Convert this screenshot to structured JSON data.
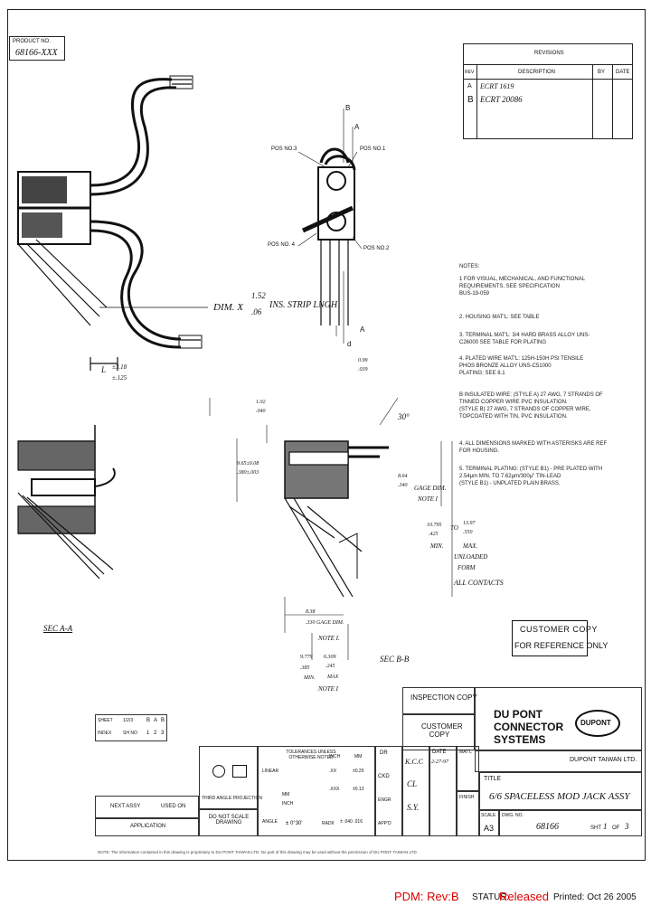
{
  "product_box": {
    "label": "PRODUCT NO.",
    "value": "68166-XXX"
  },
  "revisions": {
    "title": "REVISIONS",
    "headers": {
      "rev": "REV",
      "desc": "DESCRIPTION",
      "by": "BY",
      "date": "DATE"
    },
    "rows": [
      {
        "rev": "A",
        "desc": "ECRT 1619"
      },
      {
        "rev": "B",
        "desc": "ECRT 20086"
      }
    ]
  },
  "dims": {
    "strip_prefix": "DIM. X",
    "strip_top": "1.52",
    "strip_bot": ".06",
    "strip_suffix": "INS. STRIP LNGH",
    "len_top": "±3.18",
    "len_bot": "±.125",
    "len_prefix": "L",
    "pos3": "POS NO.3",
    "pos1": "POS NO.1",
    "pos4": "POS NO. 4",
    "pos2": "POS NO.2",
    "b": "B",
    "a": "A",
    "d": "d",
    "d102a": "1.02",
    "d102b": ".040",
    "d099a": "0.99",
    "d099b": ".039",
    "angle": "30°",
    "d965a": "9.65±0.08",
    "d965b": ".380±.003",
    "d864a": "8.64",
    "d864b": ".340",
    "gage1": "GAGE DIM.",
    "note1": "NOTE I",
    "d10795a": "10.795",
    "d10795b": ".425",
    "to": "TO",
    "d1397a": "13.97",
    "d1397b": ".550",
    "min": "MIN.",
    "max": "MAX.",
    "unloaded": "UNLOADED",
    "form": "FORM",
    "all_contacts": "ALL CONTACTS",
    "d838a": "8.38",
    "d838b": ".330 GAGE DIM.",
    "note1b": "NOTE I.",
    "d9779a": "9.779",
    "d9779b": ".385",
    "d6309a": "6.309",
    "d6309b": ".245",
    "max2": "MAX",
    "note1c": "NOTE I",
    "sec_aa": "SEC A-A",
    "sec_bb": "SEC B-B"
  },
  "notes": {
    "title": "NOTES:",
    "lines": [
      "1  FOR VISUAL, MECHANICAL, AND FUNCTIONAL",
      "   REQUIREMENTS, SEE SPECIFICATION",
      "   BUS-19-059",
      "2. HOUSING MAT'L: SEE TABLE",
      "3. TERMINAL MAT'L: 3/4 HARD BRASS ALLOY UNS-",
      "   C26000  SEE TABLE FOR PLATING",
      "4. PLATED WIRE MAT'L: 125H-150H PSI TENSILE",
      "   PHOS BRONZE ALLOY UNS-C51000",
      "   PLATING: SEE 8.1",
      "B  INSULATED WIRE: (STYLE A) 27 AWG, 7 STRANDS OF",
      "   TINNED COPPER WIRE PVC INSULATION.",
      "   (STYLE B) 27 AWG, 7 STRANDS OF COPPER WIRE,",
      "   TOPCOATED WITH TIN, PVC INSULATION.",
      "4. ALL DIMENSIONS MARKED WITH ASTERISKS ARE REF",
      "   FOR HOUSING.",
      "5. TERMINAL PLATING: (STYLE B1) - PRE PLATED WITH",
      "   2.54μm MIN. TO 7.62μm/300μ\" TIN-LEAD",
      "   (STYLE B1) - UNPLATED PLAIN BRASS."
    ]
  },
  "stamp": {
    "line1": "CUSTOMER COPY",
    "line2": "FOR REFERENCE ONLY"
  },
  "title_block": {
    "inspection": "INSPECTION COPY",
    "customer": "CUSTOMER COPY",
    "company1": "DU PONT",
    "company2": "CONNECTOR",
    "company3": "SYSTEMS",
    "logo": "DUPONT",
    "taiwan": "DUPONT TAIWAN LTD.",
    "sheet": "SHEET",
    "index": "INDEX",
    "cell_n1": "1/2/3",
    "cell_n2": "B",
    "cell_n3": "A",
    "cell_n4": "B",
    "cell_n5": "SH NO",
    "cell_n6": "1",
    "cell_n7": "2",
    "cell_n8": "3",
    "tol_title": "TOLERANCES UNLESS OTHERWISE NOTED",
    "inch": "INCH",
    "mm": "MM",
    "linear": "LINEAR",
    "t1a": ".XX",
    "t1b": "±0.25",
    "t2a": ".XXX",
    "t2b": "±0.13",
    "mm_label": "MM",
    "inch_label": "INCH",
    "angle_label": "ANGLE",
    "angle_val": "± 0°30'",
    "radii": "RADII",
    "radii_val": "± .040 .016",
    "third_angle": "THIRD ANGLE PROJECTION",
    "do_not_scale": "DO NOT SCALE DRAWING",
    "next_assy": "NEXT ASSY",
    "used_on": "USED ON",
    "application": "APPLICATION",
    "dr": "DR",
    "ckd": "CKD",
    "engr": "ENGR",
    "appd": "APP'D",
    "date": "DATE",
    "dr_name": "K.C.C",
    "dr_date": "2-27-97",
    "ckd_name": "CL",
    "engr_name": "S.Y.",
    "matl": "MAT'L",
    "finish": "FINISH",
    "title_lbl": "TITLE",
    "title_val": "6/6 SPACELESS MOD JACK ASSY",
    "scale": "SCALE",
    "dwg_no": "DWG. NO.",
    "size": "A3",
    "dwg_val": "68166",
    "sht": "SHT",
    "sht_val": "1",
    "of": "OF",
    "of_val": "3"
  },
  "proprietary": "NOTE: The information contained in this drawing is proprietary to DU PONT TAIWAN LTD. No part of this drawing may be used without the permission of DU PONT TAIWAN LTD.",
  "footer": {
    "pdm": "PDM: Rev:B",
    "status_label": "STATUS:",
    "status": "Released",
    "printed": "Printed: Oct 26 2005"
  }
}
